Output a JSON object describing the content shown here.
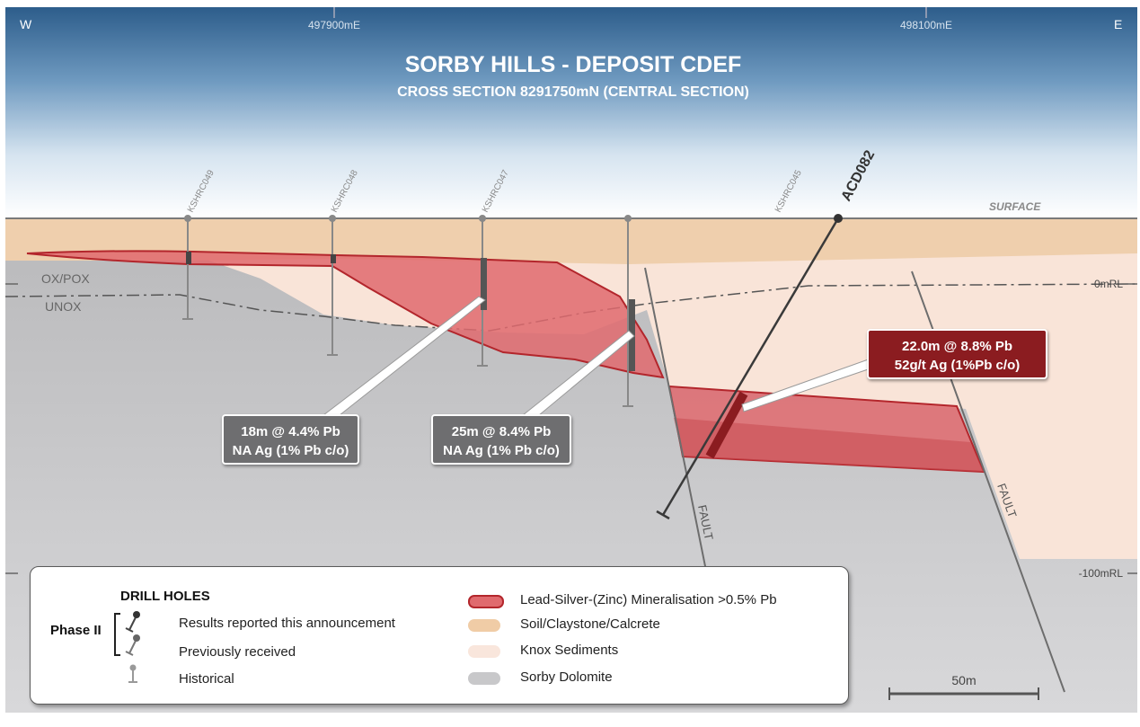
{
  "title": "SORBY HILLS -  DEPOSIT CDEF",
  "subtitle": "CROSS SECTION 8291750mN (CENTRAL SECTION)",
  "compass": {
    "west": "W",
    "east": "E"
  },
  "eastings": [
    "497900mE",
    "498100mE"
  ],
  "elevations": {
    "zero": "0mRL",
    "minus100": "-100mRL"
  },
  "surface_label": "SURFACE",
  "zone_labels": {
    "oxidised": "OX/POX",
    "unoxidised": "UNOX"
  },
  "fault_label": "FAULT",
  "drill_holes": [
    "KSHRC049",
    "KSHRC048",
    "KSHRC047",
    "KSHRC045",
    "ACD082"
  ],
  "callouts": [
    {
      "line1": "18m @ 4.4% Pb",
      "line2": "NA Ag (1% Pb c/o)"
    },
    {
      "line1": "25m @ 8.4% Pb",
      "line2": "NA Ag (1% Pb c/o)"
    },
    {
      "line1": "22.0m @ 8.8% Pb",
      "line2": "52g/t Ag (1%Pb c/o)"
    }
  ],
  "legend": {
    "heading": "DRILL HOLES",
    "phase": "Phase II",
    "holes": [
      "Results reported this announcement",
      "Previously received",
      "Historical"
    ],
    "units": [
      {
        "label": "Lead-Silver-(Zinc) Mineralisation >0.5% Pb",
        "color": "#e06a6e"
      },
      {
        "label": "Soil/Claystone/Calcrete",
        "color": "#f0cca6"
      },
      {
        "label": "Knox Sediments",
        "color": "#f9e6dc"
      },
      {
        "label": "Sorby Dolomite",
        "color": "#c8c8ca"
      }
    ]
  },
  "scale_bar": "50m",
  "colors": {
    "sky_top": "#2f5f8c",
    "ore": "#e06a6e",
    "ore_dark": "#9b1f24",
    "callout_grey": "#6e6e70",
    "callout_red": "#8b1c20"
  }
}
